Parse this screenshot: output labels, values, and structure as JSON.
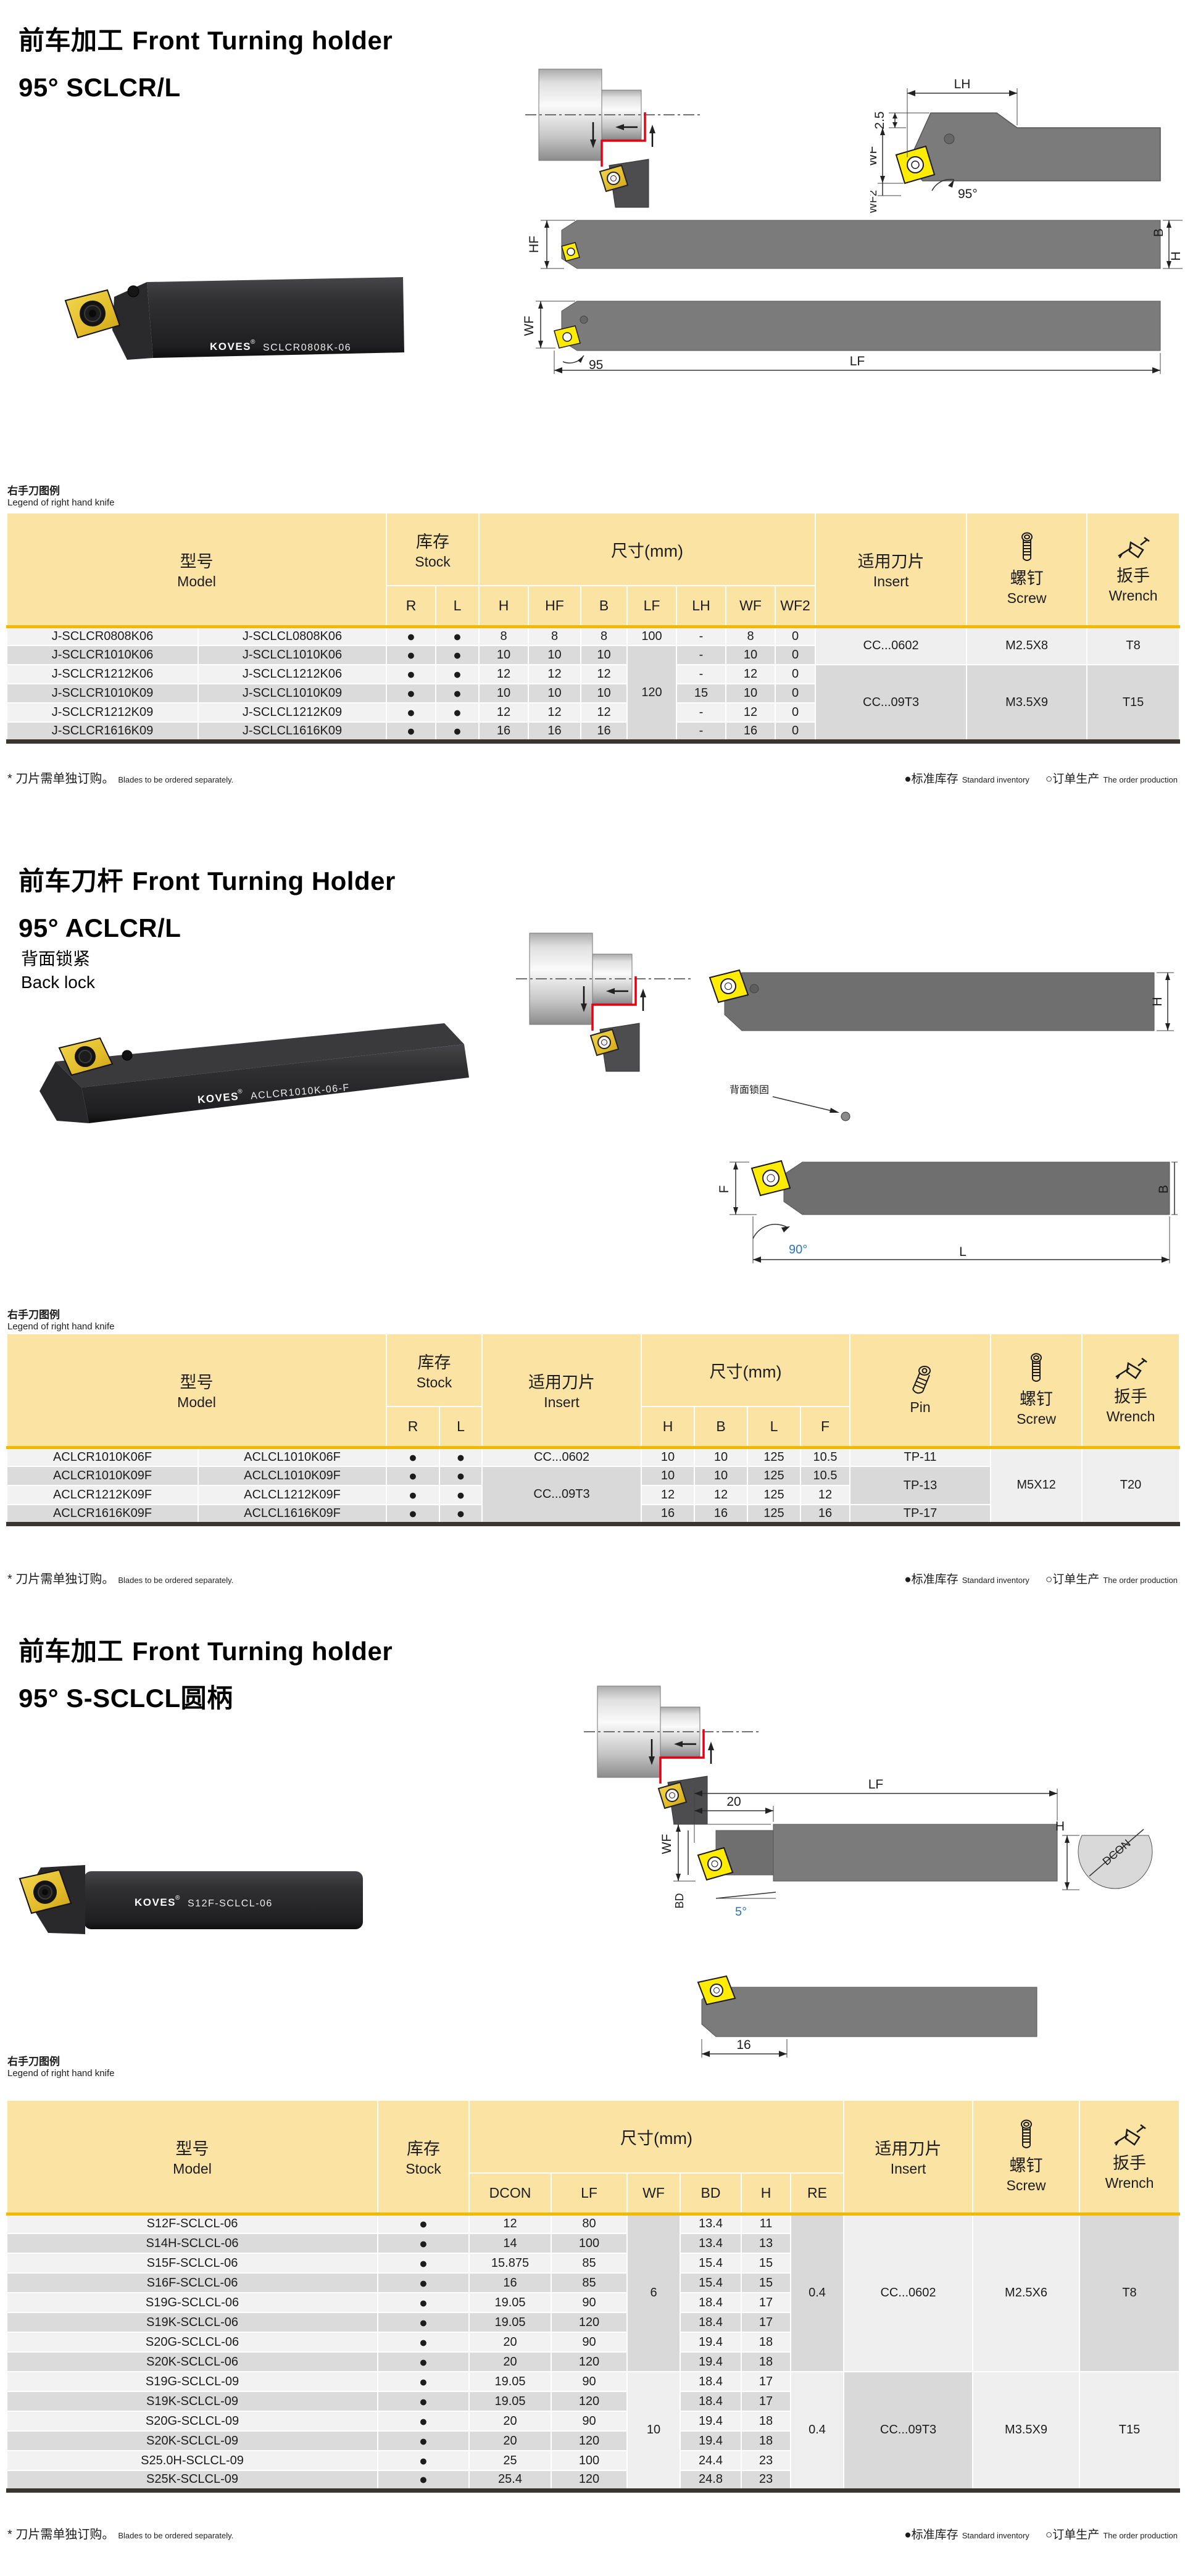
{
  "page": {
    "legend_zh": "右手刀图例",
    "legend_en": "Legend of right hand knife",
    "footnote_zh": "* 刀片需单独订购。",
    "footnote_en": "Blades to be ordered separately.",
    "inv_std_sym": "●",
    "inv_std_zh": "标准库存",
    "inv_std_en": "Standard inventory",
    "inv_ord_sym": "○",
    "inv_ord_zh": "订单生产",
    "inv_ord_en": "The order production",
    "accent_gold": "#F3B800",
    "header_bg": "#FAE3A3",
    "insert_yellow": "#FFEC00",
    "path_red": "#E60014"
  },
  "sections": [
    {
      "title_zh": "前车加工",
      "title_en": "Front Turning holder",
      "subtitle": "95° SCLCR/L",
      "photo": {
        "brand": "KOVES",
        "reg": "®",
        "model": "SCLCR0808K-06"
      },
      "dims": {
        "d25": "2.5",
        "lh": "LH",
        "wf": "WF",
        "wf2": "WF2",
        "a95": "95°",
        "hf": "HF",
        "b": "B",
        "h": "H",
        "a95b": "95",
        "lf": "LF"
      },
      "table": {
        "head": {
          "model_zh": "型号",
          "model_en": "Model",
          "stock_zh": "库存",
          "stock_en": "Stock",
          "dim": "尺寸(mm)",
          "r": "R",
          "l": "L",
          "h": "H",
          "hf": "HF",
          "b": "B",
          "lf": "LF",
          "lh": "LH",
          "wf": "WF",
          "wf2": "WF2",
          "insert_zh": "适用刀片",
          "insert_en": "Insert",
          "screw_zh": "螺钉",
          "screw_en": "Screw",
          "wrench_zh": "扳手",
          "wrench_en": "Wrench"
        },
        "rows": [
          [
            "J-SCLCR0808K06",
            "J-SCLCL0808K06",
            "●",
            "●",
            "8",
            "8",
            "8",
            "100",
            "-",
            "8",
            "0",
            {
              "v": "CC...0602",
              "rs": 2,
              "cls": "lt"
            },
            {
              "v": "M2.5X8",
              "rs": 2,
              "cls": "lt"
            },
            {
              "v": "T8",
              "rs": 2,
              "cls": "lt"
            }
          ],
          [
            "J-SCLCR1010K06",
            "J-SCLCL1010K06",
            "●",
            "●",
            "10",
            "10",
            "10",
            {
              "v": "120",
              "rs": 5,
              "cls": "dk"
            },
            "-",
            "10",
            "0"
          ],
          [
            "J-SCLCR1212K06",
            "J-SCLCL1212K06",
            "●",
            "●",
            "12",
            "12",
            "12",
            "-",
            "12",
            "0",
            {
              "v": "CC...09T3",
              "rs": 4,
              "cls": "dk"
            },
            {
              "v": "M3.5X9",
              "rs": 4,
              "cls": "dk"
            },
            {
              "v": "T15",
              "rs": 4,
              "cls": "dk"
            }
          ],
          [
            "J-SCLCR1010K09",
            "J-SCLCL1010K09",
            "●",
            "●",
            "10",
            "10",
            "10",
            "15",
            "10",
            "0"
          ],
          [
            "J-SCLCR1212K09",
            "J-SCLCL1212K09",
            "●",
            "●",
            "12",
            "12",
            "12",
            "-",
            "12",
            "0"
          ],
          [
            "J-SCLCR1616K09",
            "J-SCLCL1616K09",
            "●",
            "●",
            "16",
            "16",
            "16",
            "-",
            "16",
            "0"
          ]
        ]
      }
    },
    {
      "title_zh": "前车刀杆",
      "title_en": "Front Turning Holder",
      "subtitle": "95° ACLCR/L",
      "note_zh": "背面锁紧",
      "note_en": "Back lock",
      "photo": {
        "brand": "KOVES",
        "reg": "®",
        "model": "ACLCR1010K-06-F"
      },
      "dims": {
        "h": "H",
        "lock": "背面锁固",
        "f": "F",
        "b": "B",
        "l": "L",
        "a90": "90°"
      },
      "table": {
        "head": {
          "model_zh": "型号",
          "model_en": "Model",
          "stock_zh": "库存",
          "stock_en": "Stock",
          "r": "R",
          "l": "L",
          "insert_zh": "适用刀片",
          "insert_en": "Insert",
          "dim": "尺寸(mm)",
          "h": "H",
          "b": "B",
          "l2": "L",
          "f": "F",
          "pin": "Pin",
          "screw_zh": "螺钉",
          "screw_en": "Screw",
          "wrench_zh": "扳手",
          "wrench_en": "Wrench"
        },
        "rows": [
          [
            "ACLCR1010K06F",
            "ACLCL1010K06F",
            "●",
            "●",
            "CC...0602",
            "10",
            "10",
            "125",
            "10.5",
            "TP-11",
            {
              "v": "M5X12",
              "rs": 4,
              "cls": "lt"
            },
            {
              "v": "T20",
              "rs": 4,
              "cls": "lt"
            }
          ],
          [
            "ACLCR1010K09F",
            "ACLCL1010K09F",
            "●",
            "●",
            {
              "v": "CC...09T3",
              "rs": 3,
              "cls": "dk"
            },
            "10",
            "10",
            "125",
            "10.5",
            {
              "v": "TP-13",
              "rs": 2,
              "cls": "dk"
            }
          ],
          [
            "ACLCR1212K09F",
            "ACLCL1212K09F",
            "●",
            "●",
            "12",
            "12",
            "125",
            "12"
          ],
          [
            "ACLCR1616K09F",
            "ACLCL1616K09F",
            "●",
            "●",
            "16",
            "16",
            "125",
            "16",
            "TP-17"
          ]
        ]
      }
    },
    {
      "title_zh": "前车加工",
      "title_en": "Front Turning holder",
      "subtitle": "95° S-SCLCL圆柄",
      "photo": {
        "brand": "KOVES",
        "reg": "®",
        "model": "S12F-SCLCL-06"
      },
      "dims": {
        "lf": "LF",
        "d20": "20",
        "wf": "WF",
        "bd": "BD",
        "a5": "5°",
        "h": "H",
        "dcon": "DCON",
        "d16": "16"
      },
      "table": {
        "head": {
          "model_zh": "型号",
          "model_en": "Model",
          "stock_zh": "库存",
          "stock_en": "Stock",
          "dim": "尺寸(mm)",
          "dcon": "DCON",
          "lf": "LF",
          "wf": "WF",
          "bd": "BD",
          "h": "H",
          "re": "RE",
          "insert_zh": "适用刀片",
          "insert_en": "Insert",
          "screw_zh": "螺钉",
          "screw_en": "Screw",
          "wrench_zh": "扳手",
          "wrench_en": "Wrench"
        },
        "rows": [
          [
            "S12F-SCLCL-06",
            "●",
            "12",
            "80",
            {
              "v": "6",
              "rs": 8,
              "cls": "dk"
            },
            "13.4",
            "11",
            {
              "v": "0.4",
              "rs": 8,
              "cls": "dk"
            },
            {
              "v": "CC...0602",
              "rs": 8,
              "cls": "lt"
            },
            {
              "v": "M2.5X6",
              "rs": 8,
              "cls": "lt"
            },
            {
              "v": "T8",
              "rs": 8,
              "cls": "dk"
            }
          ],
          [
            "S14H-SCLCL-06",
            "●",
            "14",
            "100",
            "13.4",
            "13"
          ],
          [
            "S15F-SCLCL-06",
            "●",
            "15.875",
            "85",
            "15.4",
            "15"
          ],
          [
            "S16F-SCLCL-06",
            "●",
            "16",
            "85",
            "15.4",
            "15"
          ],
          [
            "S19G-SCLCL-06",
            "●",
            "19.05",
            "90",
            "18.4",
            "17"
          ],
          [
            "S19K-SCLCL-06",
            "●",
            "19.05",
            "120",
            "18.4",
            "17"
          ],
          [
            "S20G-SCLCL-06",
            "●",
            "20",
            "90",
            "19.4",
            "18"
          ],
          [
            "S20K-SCLCL-06",
            "●",
            "20",
            "120",
            "19.4",
            "18"
          ],
          [
            "S19G-SCLCL-09",
            "●",
            "19.05",
            "90",
            {
              "v": "10",
              "rs": 6,
              "cls": "lt"
            },
            "18.4",
            "17",
            {
              "v": "0.4",
              "rs": 6,
              "cls": "lt"
            },
            {
              "v": "CC...09T3",
              "rs": 6,
              "cls": "dk"
            },
            {
              "v": "M3.5X9",
              "rs": 6,
              "cls": "lt"
            },
            {
              "v": "T15",
              "rs": 6,
              "cls": "lt"
            }
          ],
          [
            "S19K-SCLCL-09",
            "●",
            "19.05",
            "120",
            "18.4",
            "17"
          ],
          [
            "S20G-SCLCL-09",
            "●",
            "20",
            "90",
            "19.4",
            "18"
          ],
          [
            "S20K-SCLCL-09",
            "●",
            "20",
            "120",
            "19.4",
            "18"
          ],
          [
            "S25.0H-SCLCL-09",
            "●",
            "25",
            "100",
            "24.4",
            "23"
          ],
          [
            "S25K-SCLCL-09",
            "●",
            "25.4",
            "120",
            "24.8",
            "23"
          ]
        ]
      }
    }
  ]
}
